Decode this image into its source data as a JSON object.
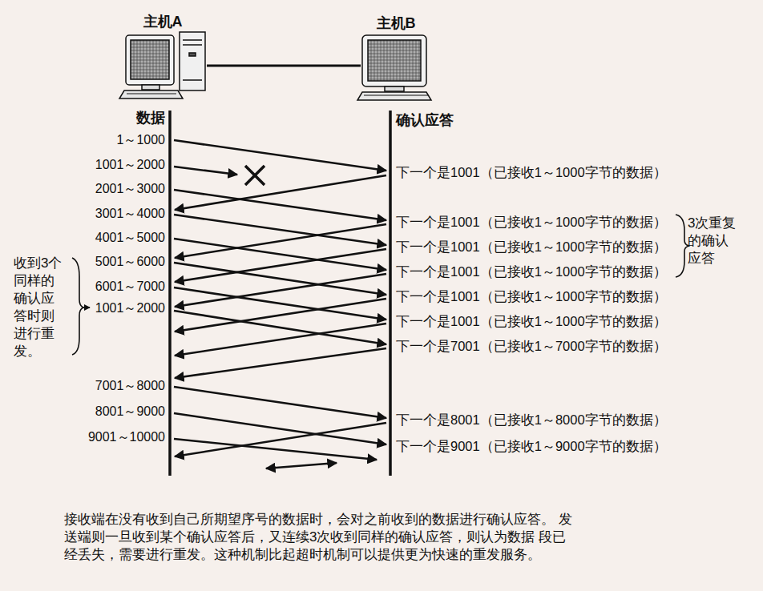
{
  "diagram": {
    "caption": "接收端在没有收到自己所期望序号的数据时，会对之前收到的数据进行确认应答。 发送端则一旦收到某个确认应答后，又连续3次收到同样的确认应答，则认为数据 段已经丢失，需要进行重发。这种机制比起超时机制可以提供更为快速的重发服务。",
    "nodes": [
      {
        "text": [
          "主机A"
        ]
      },
      {
        "text": [
          "主机B"
        ]
      }
    ],
    "edges": [
      {
        "from": 0,
        "to": 1,
        "arrow": "none"
      }
    ],
    "labels": [
      "数据",
      "确认应答",
      "1～1000",
      "1001～2000",
      "2001～3000",
      "3001～4000",
      "4001～5000",
      "5001～6000",
      "6001～7000",
      "1001～2000",
      "7001～8000",
      "8001～9000",
      "9001～10000",
      "下一个是1001（已接收1～1000字节的数据）",
      "下一个是1001（已接收1～1000字节的数据）",
      "下一个是1001（已接收1～1000字节的数据）",
      "下一个是1001（已接收1～1000字节的数据）",
      "下一个是1001（已接收1～1000字节的数据）",
      "下一个是1001（已接收1～1000字节的数据）",
      "下一个是7001（已接收1～7000字节的数据）",
      "下一个是8001（已接收1～8000字节的数据）",
      "下一个是9001（已接收1～9000字节的数据）",
      "3次重复的确认应答",
      "收到3个同样的确认应答时则进行重发。"
    ]
  }
}
